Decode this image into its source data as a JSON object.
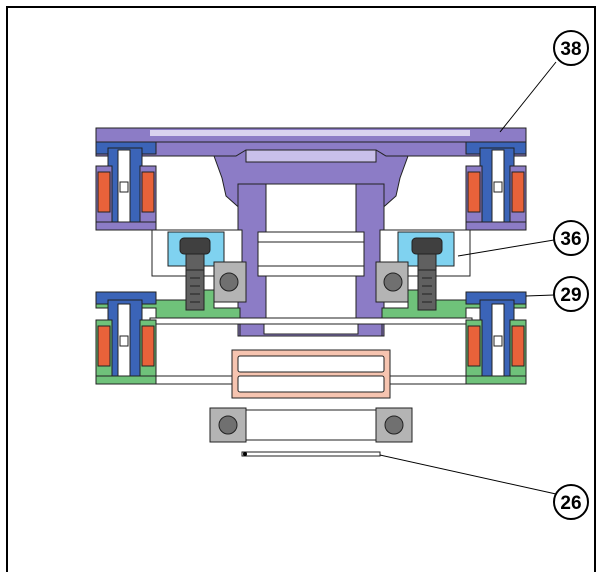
{
  "callouts": [
    {
      "id": "c38",
      "label": "38"
    },
    {
      "id": "c36",
      "label": "36"
    },
    {
      "id": "c29",
      "label": "29"
    },
    {
      "id": "c26",
      "label": "26"
    }
  ],
  "colors": {
    "frame": "#000000",
    "gear_housing_purple": "#8c7cc6",
    "purple_dark": "#6a5aa8",
    "clamp_blue": "#3b64b8",
    "roller_red": "#e8623a",
    "flange_green": "#6fc27a",
    "screw_block_cyan": "#7fd2f0",
    "bearing_grey": "#b4b4b4",
    "seal_pink": "#f6c4b0",
    "screw_dark": "#404040"
  }
}
